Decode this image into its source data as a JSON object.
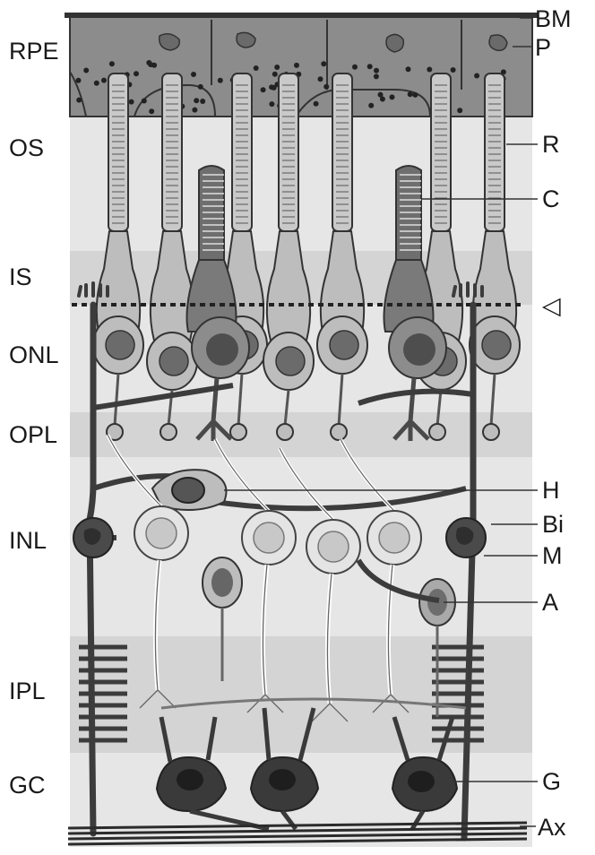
{
  "layers": [
    {
      "key": "rpe",
      "label": "RPE"
    },
    {
      "key": "os",
      "label": "OS"
    },
    {
      "key": "is",
      "label": "IS"
    },
    {
      "key": "onl",
      "label": "ONL"
    },
    {
      "key": "opl",
      "label": "OPL"
    },
    {
      "key": "inl",
      "label": "INL"
    },
    {
      "key": "ipl",
      "label": "IPL"
    },
    {
      "key": "gc",
      "label": "GC"
    }
  ],
  "callouts": [
    {
      "key": "bm",
      "label": "BM"
    },
    {
      "key": "p",
      "label": "P"
    },
    {
      "key": "r",
      "label": "R"
    },
    {
      "key": "c",
      "label": "C"
    },
    {
      "key": "h",
      "label": "H"
    },
    {
      "key": "bi",
      "label": "Bi"
    },
    {
      "key": "m",
      "label": "M"
    },
    {
      "key": "a",
      "label": "A"
    },
    {
      "key": "g",
      "label": "G"
    },
    {
      "key": "ax",
      "label": "Ax"
    }
  ],
  "marker": {
    "symbol": "◁",
    "icon": "open-triangle-icon"
  },
  "colors": {
    "band_light": "#e9e9e9",
    "band_dark": "#d5d5d5",
    "rpe": "#8a8a8a",
    "cell_dark": "#4a4a4a",
    "cell_light": "#bdbdbd",
    "outline": "#333333"
  }
}
